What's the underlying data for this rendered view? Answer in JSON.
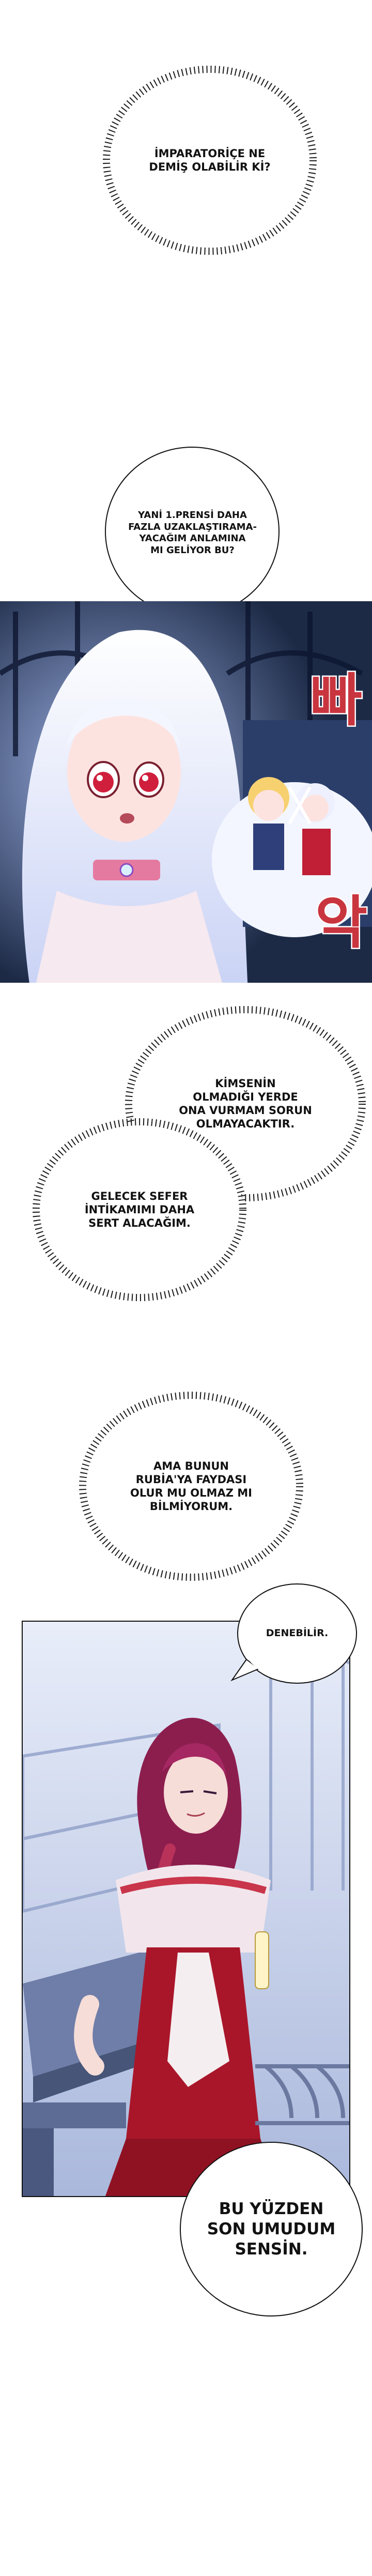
{
  "page": {
    "background": "#ffffff"
  },
  "bubbles": {
    "thought_empress": {
      "text": "İMPARATORİÇE NE\nDEMİŞ OLABİLİR Kİ?"
    },
    "speech_prince": {
      "text": "YANİ 1.PRENSİ DAHA\nFAZLA UZAKLAŞTIRAMA-\nYACAĞIM ANLAMINA\nMI GELİYOR BU?"
    },
    "thought_hit": {
      "text": "KİMSENİN\nOLMADIĞI YERDE\nONA VURMAM SORUN\nOLMAYACAKTIR."
    },
    "thought_revenge": {
      "text": "GELECEK SEFER\nİNTİKAMIMI DAHA\nSERT ALACAĞIM."
    },
    "thought_rubia": {
      "text": "AMA BUNUN\nRUBİA'YA FAYDASI\nOLUR MU OLMAZ MI\nBİLMİYORUM."
    },
    "speech_try": {
      "text": "DENEBİLİR."
    },
    "speech_last_hope": {
      "text": "BU YÜZDEN\nSON UMUDUM\nSENSİN."
    }
  },
  "panels": {
    "panel_1": {
      "sfx_top": "빠",
      "sfx_bottom": "악"
    }
  },
  "colors": {
    "bubble_fill": "#ffffff",
    "thought_border": "#1a1a1a",
    "panel1_bg": "#1c2a46",
    "panel2_bg": "#c8d2ea",
    "hair_white": "#eef0ff",
    "eyes_red": "#d01f3c",
    "hair_crimson": "#8c1e4e",
    "dress_red": "#a9162a",
    "sfx_red": "#c9353f"
  }
}
